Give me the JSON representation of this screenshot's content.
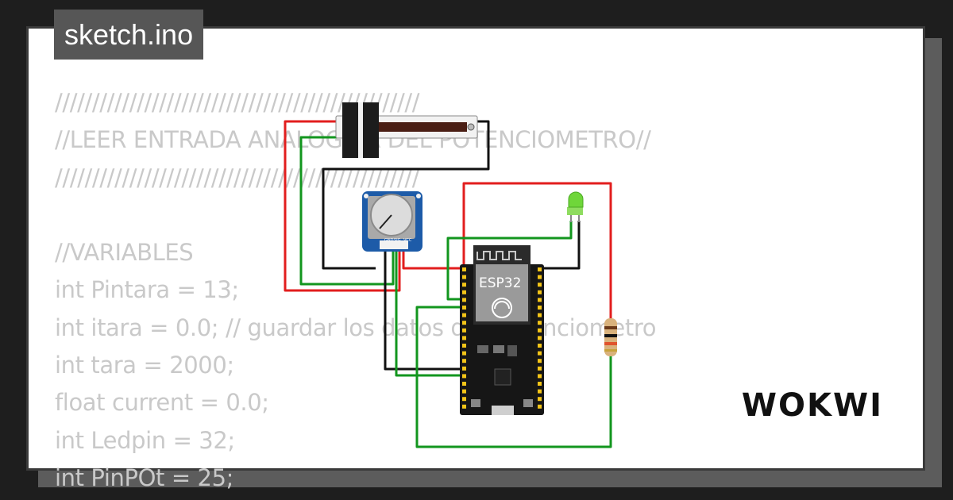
{
  "title": "sketch.ino",
  "code_lines": [
    "/////////////////////////////////////////////////",
    "//LEER ENTRADA ANALOGICA DEL POTENCIOMETRO//",
    "/////////////////////////////////////////////////",
    "",
    "//VARIABLES",
    "int Pintara = 13;",
    "int itara = 0.0; // guardar los datos del potenciometro",
    "int tara = 2000;",
    "float current = 0.0;",
    "int Ledpin = 32;",
    "int PinPOt = 25;"
  ],
  "board": {
    "label": "ESP32"
  },
  "pot": {
    "pins": [
      "GND",
      "SIG",
      "VCC"
    ]
  },
  "brand": "WOKWI",
  "colors": {
    "wire_red": "#e21e1e",
    "wire_green": "#12961e",
    "wire_black": "#111111",
    "pot_blue": "#1d5ba8",
    "led_green": "#6fd63a"
  }
}
